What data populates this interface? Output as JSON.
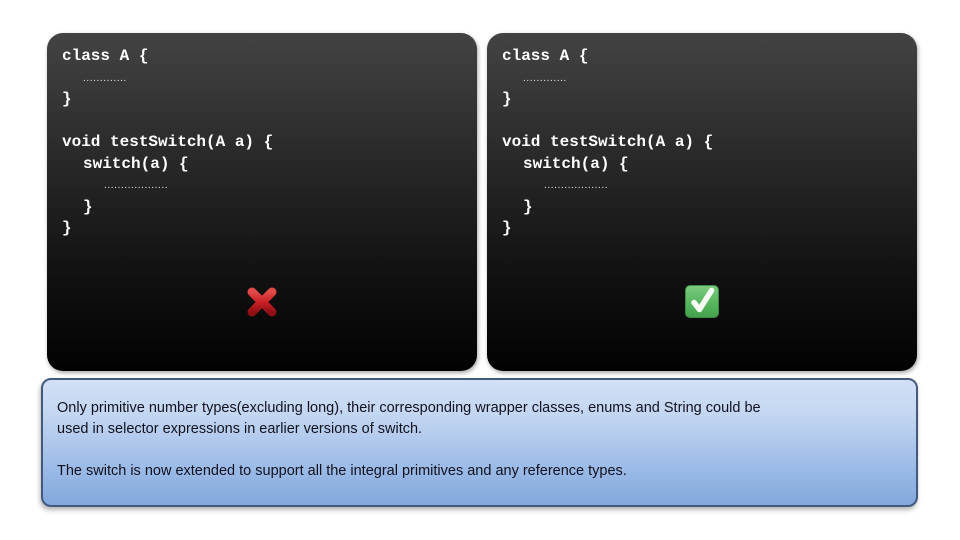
{
  "panels": [
    {
      "id": "legacy-switch-example",
      "status": "invalid",
      "status_icon": "red-cross-icon",
      "code_lines": [
        {
          "text": "class A {",
          "kind": "code",
          "indent": 0
        },
        {
          "text": ".............",
          "kind": "dots",
          "indent": 1
        },
        {
          "text": "}",
          "kind": "code",
          "indent": 0
        },
        {
          "text": "",
          "kind": "blank",
          "indent": 0
        },
        {
          "text": "void testSwitch(A a) {",
          "kind": "code",
          "indent": 0
        },
        {
          "text": "switch(a) {",
          "kind": "code",
          "indent": 1
        },
        {
          "text": "...................",
          "kind": "dots",
          "indent": 2
        },
        {
          "text": "}",
          "kind": "code",
          "indent": 1
        },
        {
          "text": "}",
          "kind": "code",
          "indent": 0
        }
      ]
    },
    {
      "id": "extended-switch-example",
      "status": "valid",
      "status_icon": "green-check-icon",
      "code_lines": [
        {
          "text": "class A {",
          "kind": "code",
          "indent": 0
        },
        {
          "text": ".............",
          "kind": "dots",
          "indent": 1
        },
        {
          "text": "}",
          "kind": "code",
          "indent": 0
        },
        {
          "text": "",
          "kind": "blank",
          "indent": 0
        },
        {
          "text": "void testSwitch(A a) {",
          "kind": "code",
          "indent": 0
        },
        {
          "text": "switch(a) {",
          "kind": "code",
          "indent": 1
        },
        {
          "text": "...................",
          "kind": "dots",
          "indent": 2
        },
        {
          "text": "}",
          "kind": "code",
          "indent": 1
        },
        {
          "text": "}",
          "kind": "code",
          "indent": 0
        }
      ]
    }
  ],
  "note": {
    "lines": [
      {
        "text": "Only primitive number types(excluding long), their corresponding wrapper classes, enums and String could be",
        "kind": "text"
      },
      {
        "text": "used in selector expressions in earlier versions of switch.",
        "kind": "text"
      },
      {
        "text": "",
        "kind": "blank"
      },
      {
        "text": "The switch is now extended to support all the integral primitives and any reference types.",
        "kind": "text"
      }
    ]
  },
  "colors": {
    "panel_gradient_top": "#434343",
    "panel_gradient_bottom": "#020202",
    "code_text": "#ffffff",
    "note_gradient_top": "#d3e0f6",
    "note_gradient_bottom": "#83a8dc",
    "note_border": "#44597c",
    "note_text": "#12121f",
    "cross_red": "#cc2026",
    "check_green": "#5cb863"
  }
}
